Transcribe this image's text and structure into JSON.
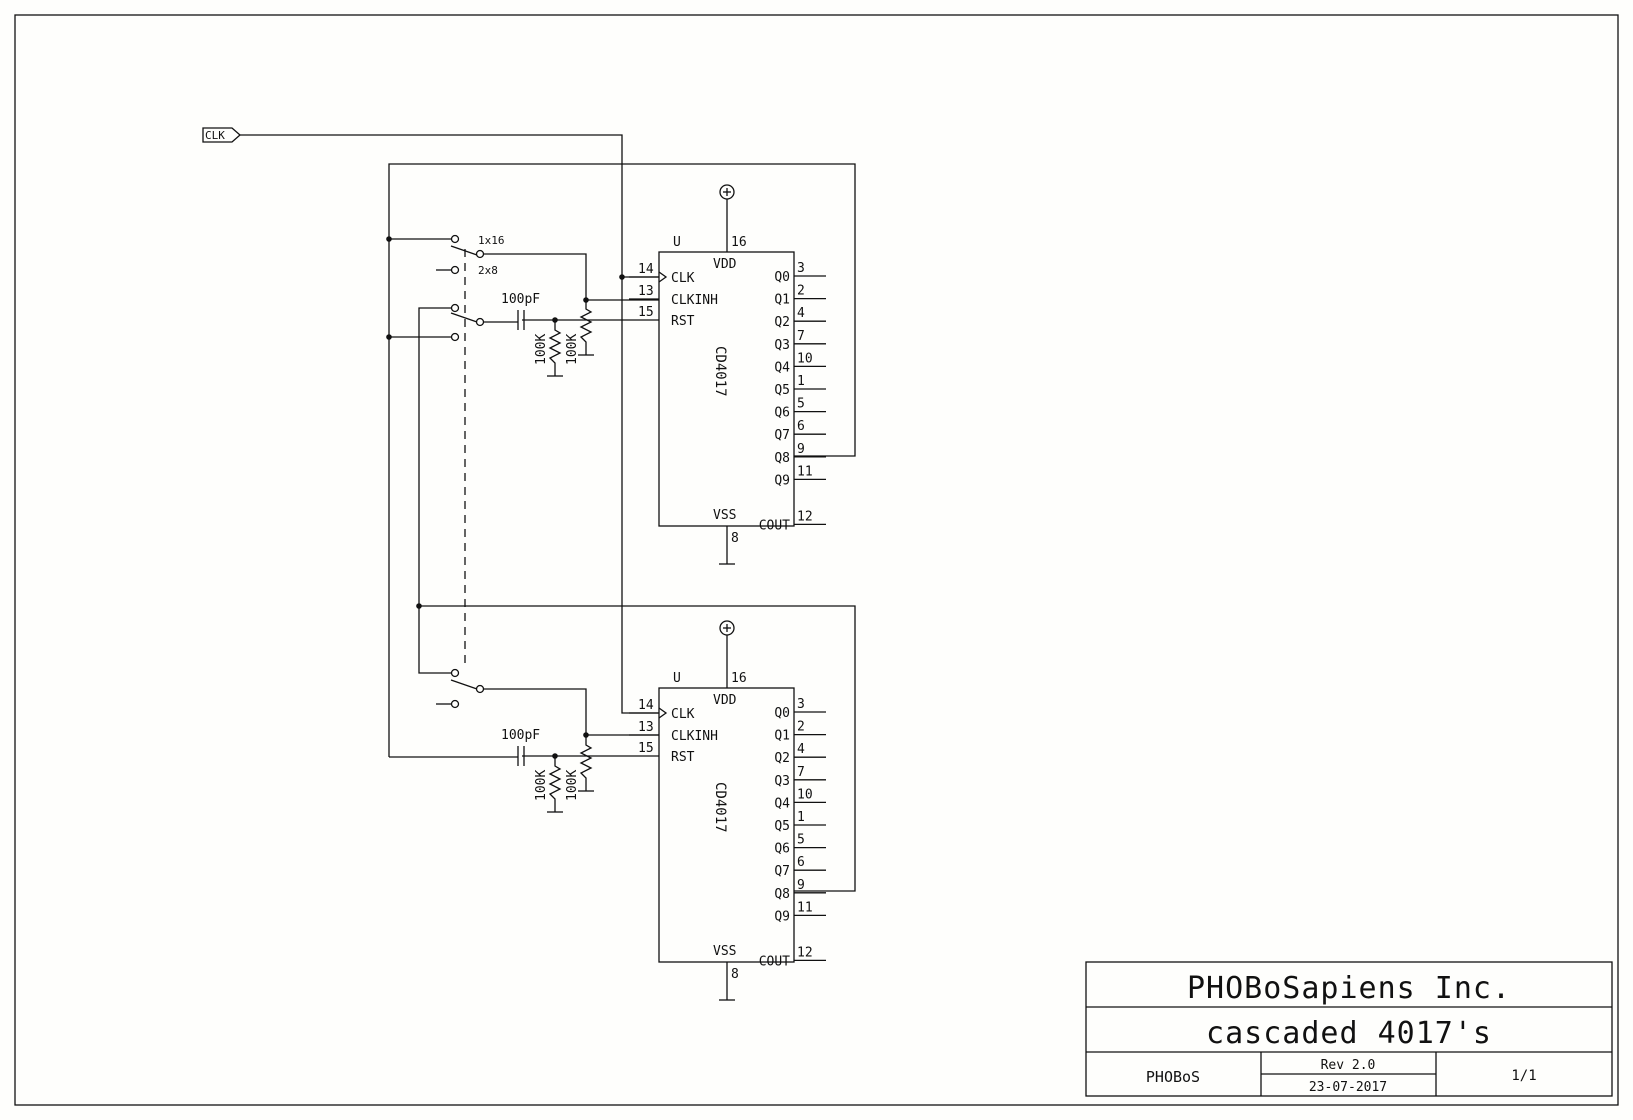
{
  "diagram": {
    "net_label": "CLK",
    "switch_labels": {
      "pos_a": "1x16",
      "pos_b": "2x8"
    },
    "upper": {
      "ref": "U",
      "part": "CD4017",
      "pins_left": [
        {
          "num": "14",
          "name": "CLK"
        },
        {
          "num": "13",
          "name": "CLKINH"
        },
        {
          "num": "15",
          "name": "RST"
        }
      ],
      "pins_right": [
        {
          "num": "3",
          "name": "Q0"
        },
        {
          "num": "2",
          "name": "Q1"
        },
        {
          "num": "4",
          "name": "Q2"
        },
        {
          "num": "7",
          "name": "Q3"
        },
        {
          "num": "10",
          "name": "Q4"
        },
        {
          "num": "1",
          "name": "Q5"
        },
        {
          "num": "5",
          "name": "Q6"
        },
        {
          "num": "6",
          "name": "Q7"
        },
        {
          "num": "9",
          "name": "Q8"
        },
        {
          "num": "11",
          "name": "Q9"
        },
        {
          "num": "12",
          "name": "COUT"
        }
      ],
      "vdd": {
        "num": "16",
        "name": "VDD"
      },
      "vss": {
        "num": "8",
        "name": "VSS"
      },
      "cap": "100pF",
      "res1": "100K",
      "res2": "100K"
    },
    "lower": {
      "ref": "U",
      "part": "CD4017",
      "pins_left": [
        {
          "num": "14",
          "name": "CLK"
        },
        {
          "num": "13",
          "name": "CLKINH"
        },
        {
          "num": "15",
          "name": "RST"
        }
      ],
      "pins_right": [
        {
          "num": "3",
          "name": "Q0"
        },
        {
          "num": "2",
          "name": "Q1"
        },
        {
          "num": "4",
          "name": "Q2"
        },
        {
          "num": "7",
          "name": "Q3"
        },
        {
          "num": "10",
          "name": "Q4"
        },
        {
          "num": "1",
          "name": "Q5"
        },
        {
          "num": "5",
          "name": "Q6"
        },
        {
          "num": "6",
          "name": "Q7"
        },
        {
          "num": "9",
          "name": "Q8"
        },
        {
          "num": "11",
          "name": "Q9"
        },
        {
          "num": "12",
          "name": "COUT"
        }
      ],
      "vdd": {
        "num": "16",
        "name": "VDD"
      },
      "vss": {
        "num": "8",
        "name": "VSS"
      },
      "cap": "100pF",
      "res1": "100K",
      "res2": "100K"
    }
  },
  "title_block": {
    "company": "PHOBoSapiens Inc.",
    "title": "cascaded 4017's",
    "author": "PHOBoS",
    "revision": "Rev 2.0",
    "date": "23-07-2017",
    "sheet": "1/1"
  }
}
